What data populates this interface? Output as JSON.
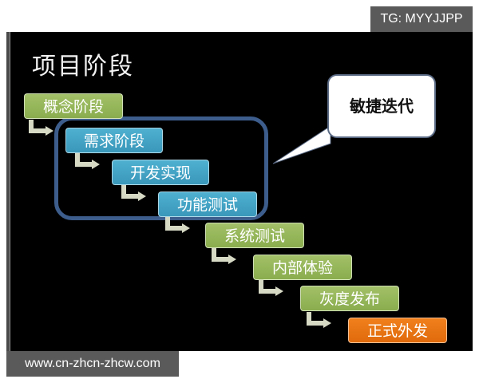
{
  "watermarks": {
    "top_right": "TG: MYYJJPP",
    "bottom_left": "www.cn-zhcn-zhcw.com"
  },
  "slide": {
    "title": "项目阶段",
    "callout": "敏捷迭代",
    "stages": [
      {
        "label": "概念阶段",
        "color": "#95b55a",
        "group": "waterfall"
      },
      {
        "label": "需求阶段",
        "color": "#44a4c6",
        "group": "agile"
      },
      {
        "label": "开发实现",
        "color": "#44a4c6",
        "group": "agile"
      },
      {
        "label": "功能测试",
        "color": "#44a4c6",
        "group": "agile"
      },
      {
        "label": "系统测试",
        "color": "#95b55a",
        "group": "waterfall"
      },
      {
        "label": "内部体验",
        "color": "#95b55a",
        "group": "waterfall"
      },
      {
        "label": "灰度发布",
        "color": "#95b55a",
        "group": "waterfall"
      },
      {
        "label": "正式外发",
        "color": "#e8760f",
        "group": "release"
      }
    ],
    "colors": {
      "background": "#000000",
      "agile_frame": "#3d5e8c",
      "arrow": "#d6d9c4"
    }
  }
}
